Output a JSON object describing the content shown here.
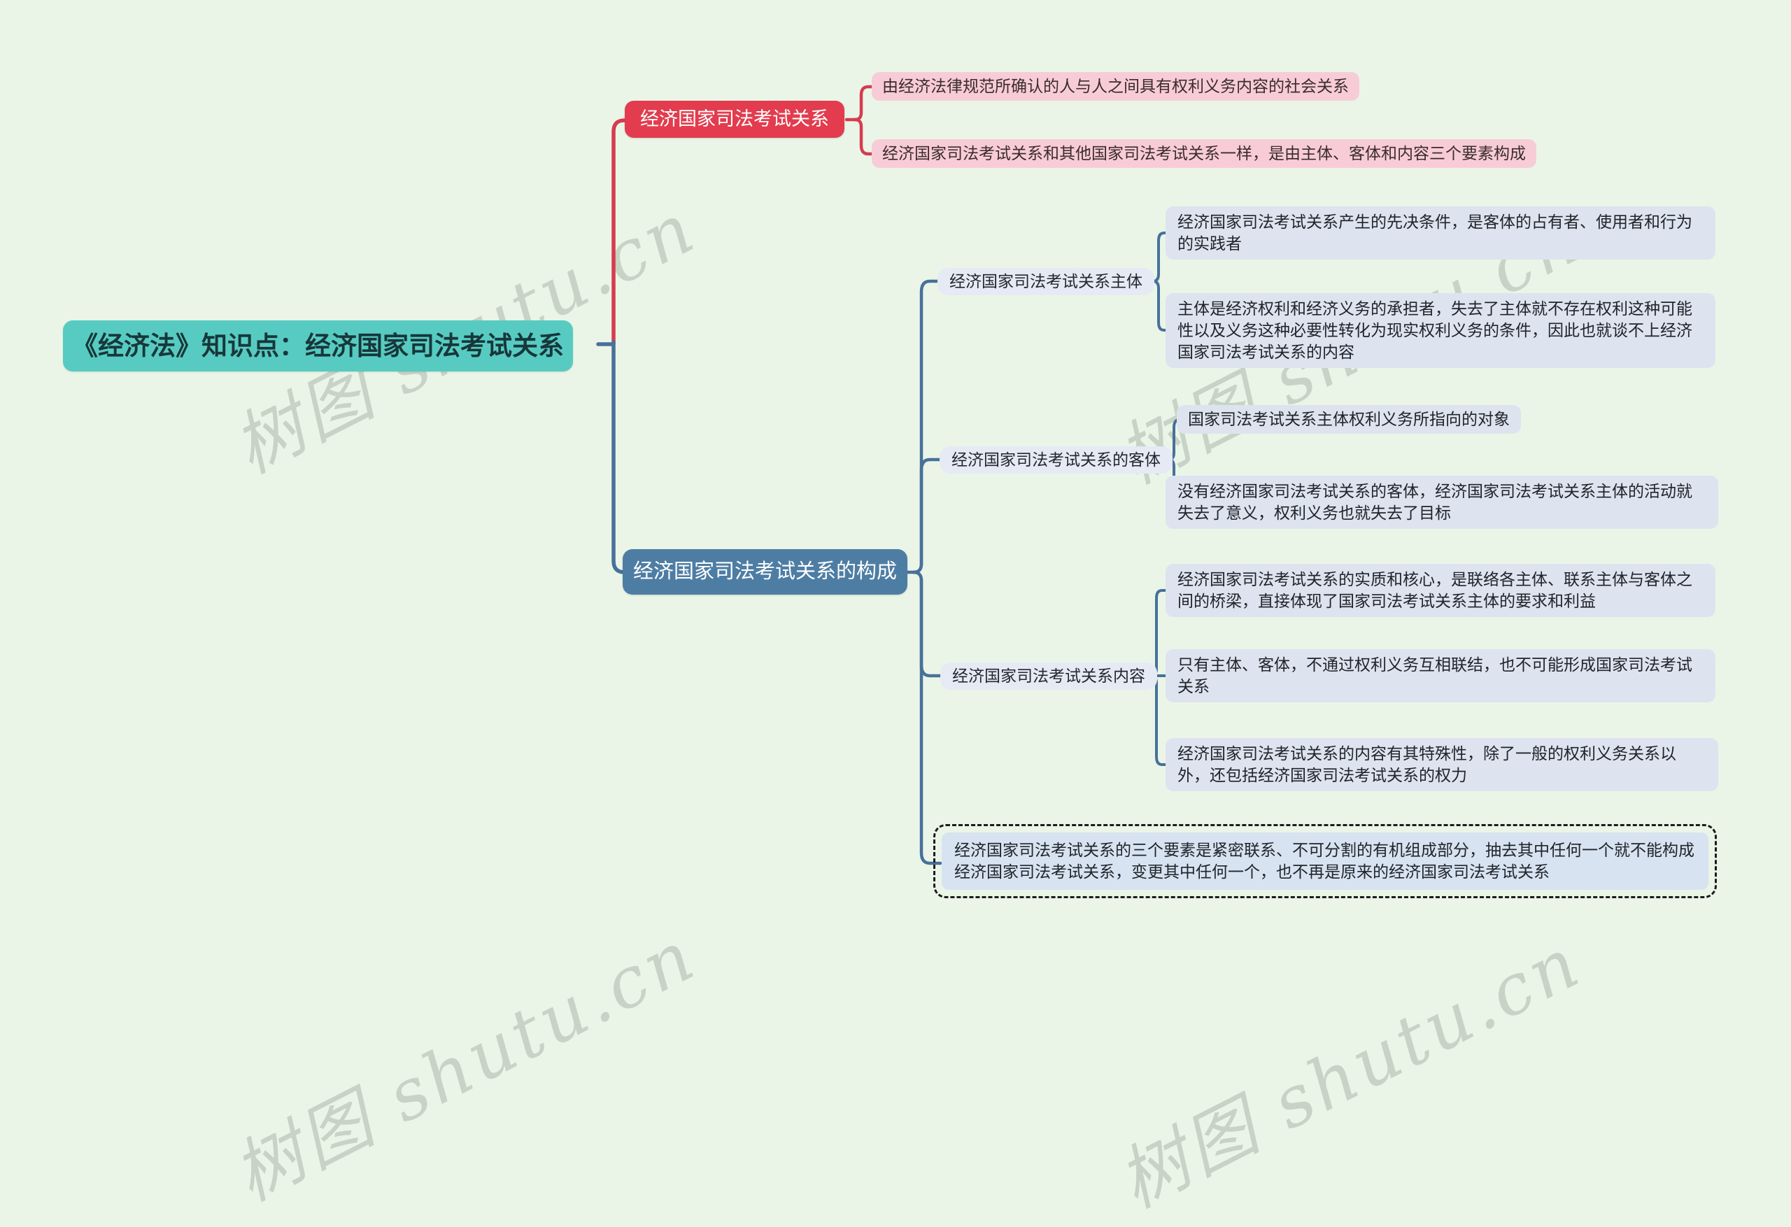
{
  "watermark": {
    "text": "树图 shutu.cn"
  },
  "colors": {
    "background": "#eaf5e7",
    "root_fill": "#57cbc2",
    "root_text": "#17373a",
    "branch_exam_fill": "#e23c4e",
    "branch_exam_leaf_fill": "#f8ccd7",
    "branch_composition_fill": "#4e7da4",
    "connector_red": "#d63c4e",
    "connector_blue": "#48709a",
    "sublabel_fill": "#e6eaf5",
    "leaf_fill": "#dde4ef",
    "dashed_leaf_fill": "#d7e3f1",
    "watermark_text": "#7d8e82"
  },
  "mindmap": {
    "root": {
      "label": "《经济法》知识点：经济国家司法考试关系"
    },
    "branches": [
      {
        "label": "经济国家司法考试关系",
        "children": [
          {
            "label": "由经济法律规范所确认的人与人之间具有权利义务内容的社会关系"
          },
          {
            "label": "经济国家司法考试关系和其他国家司法考试关系一样，是由主体、客体和内容三个要素构成"
          }
        ]
      },
      {
        "label": "经济国家司法考试关系的构成",
        "children": [
          {
            "label": "经济国家司法考试关系主体",
            "children": [
              {
                "label": "经济国家司法考试关系产生的先决条件，是客体的占有者、使用者和行为的实践者"
              },
              {
                "label": "主体是经济权利和经济义务的承担者，失去了主体就不存在权利这种可能性以及义务这种必要性转化为现实权利义务的条件，因此也就谈不上经济国家司法考试关系的内容"
              }
            ]
          },
          {
            "label": "经济国家司法考试关系的客体",
            "children": [
              {
                "label": "国家司法考试关系主体权利义务所指向的对象"
              },
              {
                "label": "没有经济国家司法考试关系的客体，经济国家司法考试关系主体的活动就失去了意义，权利义务也就失去了目标"
              }
            ]
          },
          {
            "label": "经济国家司法考试关系内容",
            "children": [
              {
                "label": "经济国家司法考试关系的实质和核心，是联络各主体、联系主体与客体之间的桥梁，直接体现了国家司法考试关系主体的要求和利益"
              },
              {
                "label": "只有主体、客体，不通过权利义务互相联结，也不可能形成国家司法考试关系"
              },
              {
                "label": "经济国家司法考试关系的内容有其特殊性，除了一般的权利义务关系以外，还包括经济国家司法考试关系的权力"
              }
            ]
          },
          {
            "label": "经济国家司法考试关系的三个要素是紧密联系、不可分割的有机组成部分，抽去其中任何一个就不能构成经济国家司法考试关系，变更其中任何一个，也不再是原来的经济国家司法考试关系",
            "style": "dashed"
          }
        ]
      }
    ]
  }
}
